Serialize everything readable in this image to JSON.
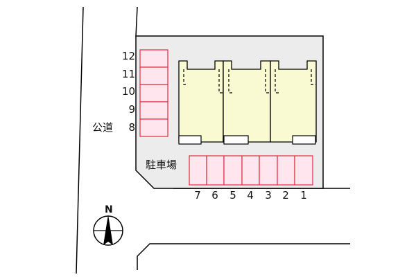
{
  "labels": {
    "public_road": "公道",
    "parking": "駐車場",
    "north": "N"
  },
  "parking_left": [
    "12",
    "11",
    "10",
    "9",
    "8"
  ],
  "parking_bottom": [
    "7",
    "6",
    "5",
    "4",
    "3",
    "2",
    "1"
  ],
  "colors": {
    "lot": "#ececec",
    "building": "#fafad2",
    "parking_fill": "#ffe6ee",
    "parking_stroke": "#e8384f",
    "line": "#000000"
  }
}
